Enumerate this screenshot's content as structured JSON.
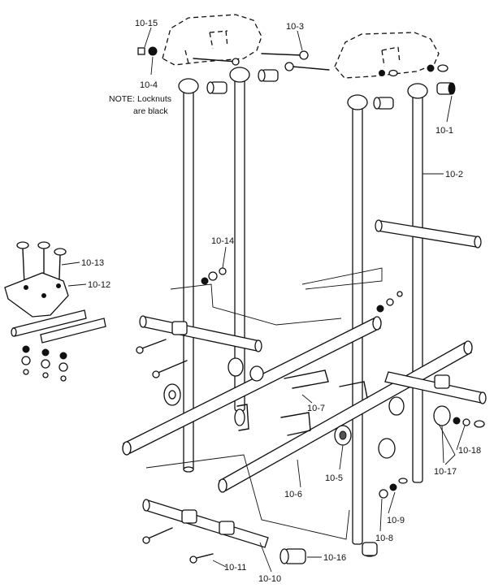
{
  "labels": {
    "l10_15": "10-15",
    "l10_3": "10-3",
    "l10_4": "10-4",
    "note_line1": "NOTE: Locknuts",
    "note_line2": "are black",
    "l10_1": "10-1",
    "l10_2": "10-2",
    "l10_14": "10-14",
    "l10_13": "10-13",
    "l10_12": "10-12",
    "l10_7": "10-7",
    "l10_18": "10-18",
    "l10_17": "10-17",
    "l10_5": "10-5",
    "l10_6": "10-6",
    "l10_9": "10-9",
    "l10_8": "10-8",
    "l10_16": "10-16",
    "l10_11": "10-11",
    "l10_10": "10-10"
  }
}
